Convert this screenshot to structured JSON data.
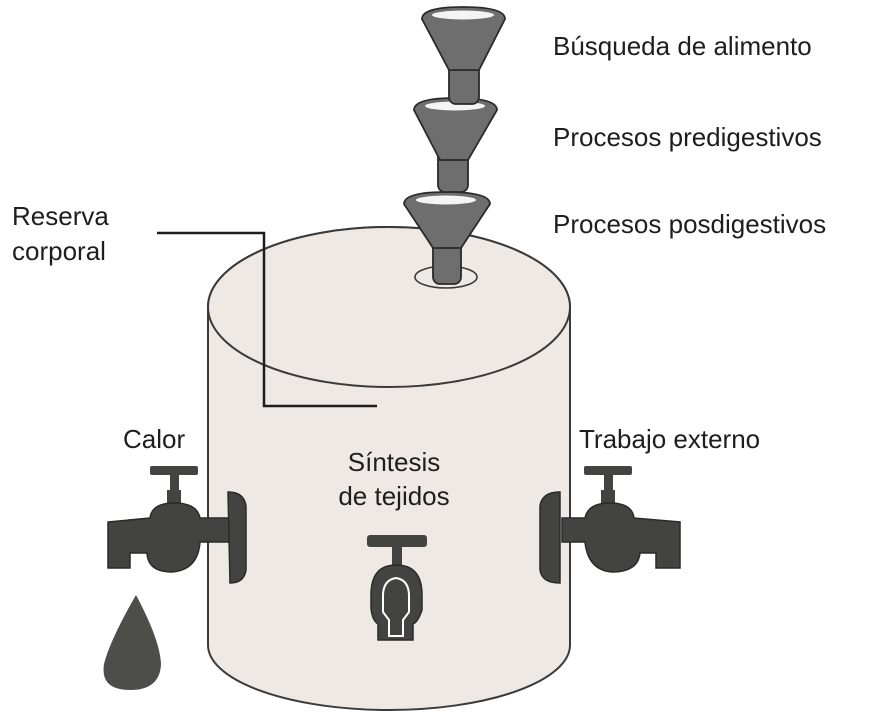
{
  "diagram": {
    "funnel_labels": {
      "search": "Búsqueda de alimento",
      "predigestive": "Procesos predigestivos",
      "postdigestive": "Procesos posdigestivos"
    },
    "reserve_label": {
      "line1": "Reserva",
      "line2": "corporal"
    },
    "taps": {
      "heat": "Calor",
      "synthesis_line1": "Síntesis",
      "synthesis_line2": "de tejidos",
      "work": "Trabajo externo"
    },
    "colors": {
      "tank_fill": "#efe9e6",
      "outline": "#3a3a3a",
      "funnel": "#6e6e6e",
      "funnel_highlight": "#f4f4f4",
      "faucet": "#434341",
      "drop": "#4d4d4a",
      "text": "#1e1e1e"
    }
  }
}
